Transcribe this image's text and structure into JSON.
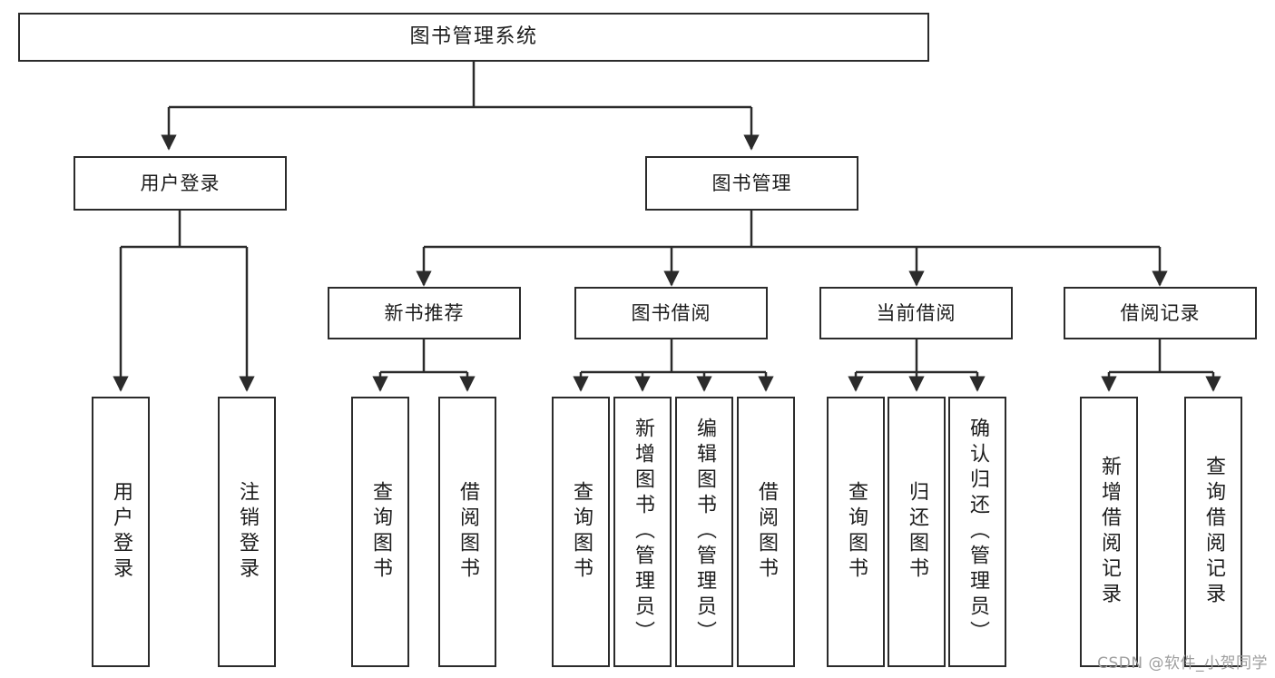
{
  "diagram": {
    "type": "tree",
    "title": "图书管理系统",
    "root": {
      "label": "图书管理系统"
    },
    "level2": [
      {
        "label": "用户登录"
      },
      {
        "label": "图书管理"
      }
    ],
    "level3": [
      {
        "label": "新书推荐"
      },
      {
        "label": "图书借阅"
      },
      {
        "label": "当前借阅"
      },
      {
        "label": "借阅记录"
      }
    ],
    "leaves": {
      "user_login": [
        {
          "label": "用户登录"
        },
        {
          "label": "注销登录"
        }
      ],
      "new_book_recommend": [
        {
          "label": "查询图书"
        },
        {
          "label": "借阅图书"
        }
      ],
      "book_borrow": [
        {
          "label": "查询图书"
        },
        {
          "label": "新增图书（管理员）"
        },
        {
          "label": "编辑图书（管理员）"
        },
        {
          "label": "借阅图书"
        }
      ],
      "current_borrow": [
        {
          "label": "查询图书"
        },
        {
          "label": "归还图书"
        },
        {
          "label": "确认归还（管理员）"
        }
      ],
      "borrow_record": [
        {
          "label": "新增借阅记录"
        },
        {
          "label": "查询借阅记录"
        }
      ]
    }
  },
  "watermark": {
    "text": "CSDN @软件_小贺同学"
  },
  "colors": {
    "border": "#2b2b2b",
    "text": "#1c1c1c",
    "background": "#ffffff",
    "connector": "#2b2b2b",
    "watermark": "#9e9e9e"
  }
}
